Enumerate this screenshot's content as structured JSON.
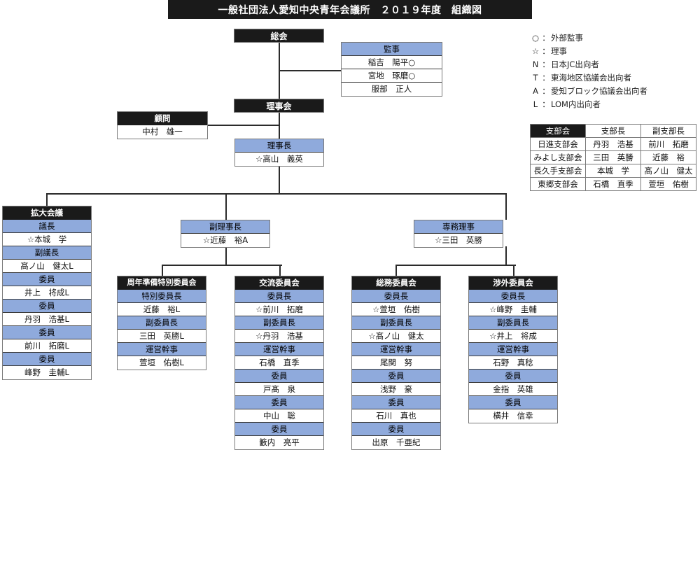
{
  "title": "一般社団法人愛知中央青年会議所　２０１９年度　組織図",
  "legend": [
    {
      "symbol": "○",
      "text": "外部監事"
    },
    {
      "symbol": "☆",
      "text": "理事"
    },
    {
      "symbol": "N",
      "text": "日本JC出向者"
    },
    {
      "symbol": "T",
      "text": "東海地区協議会出向者"
    },
    {
      "symbol": "A",
      "text": "愛知ブロック協議会出向者"
    },
    {
      "symbol": "L",
      "text": "LOM内出向者"
    }
  ],
  "legend_colon": "：",
  "nodes": {
    "soukai": {
      "label": "総会"
    },
    "rijikai": {
      "label": "理事会"
    },
    "komon": {
      "header": "顧問",
      "rows": [
        {
          "label": "中村　雄一"
        }
      ]
    },
    "kanji": {
      "header": "監事",
      "rows": [
        {
          "label": "稲吉　陽平○"
        },
        {
          "label": "宮地　琢磨○"
        },
        {
          "label": "服部　正人"
        }
      ]
    },
    "rijicho": {
      "header": "理事長",
      "rows": [
        {
          "label": "☆高山　義英"
        }
      ]
    },
    "fukurijicho": {
      "header": "副理事長",
      "rows": [
        {
          "label": "☆近藤　裕A"
        }
      ]
    },
    "senmuriji": {
      "header": "専務理事",
      "rows": [
        {
          "label": "☆三田　英勝"
        }
      ]
    },
    "kakudai": {
      "header": "拡大会議",
      "rows": [
        {
          "role": "議長",
          "name": "☆本城　学"
        },
        {
          "role": "副議長",
          "name": "髙ノ山　健太L"
        },
        {
          "role": "委員",
          "name": "井上　将成L"
        },
        {
          "role": "委員",
          "name": "丹羽　浩基L"
        },
        {
          "role": "委員",
          "name": "前川　拓磨L"
        },
        {
          "role": "委員",
          "name": "峰野　圭輔L"
        }
      ]
    },
    "shunen": {
      "header": "周年準備特別委員会",
      "rows": [
        {
          "role": "特別委員長",
          "name": "近藤　裕L"
        },
        {
          "role": "副委員長",
          "name": "三田　英勝L"
        },
        {
          "role": "運営幹事",
          "name": "萱垣　佑樹L"
        }
      ]
    },
    "koryu": {
      "header": "交流委員会",
      "rows": [
        {
          "role": "委員長",
          "name": "☆前川　拓磨"
        },
        {
          "role": "副委員長",
          "name": "☆丹羽　浩基"
        },
        {
          "role": "運営幹事",
          "name": "石橋　直季"
        },
        {
          "role": "委員",
          "name": "戸髙　泉"
        },
        {
          "role": "委員",
          "name": "中山　聡"
        },
        {
          "role": "委員",
          "name": "籔内　亮平"
        }
      ]
    },
    "soumu": {
      "header": "総務委員会",
      "rows": [
        {
          "role": "委員長",
          "name": "☆萱垣　佑樹"
        },
        {
          "role": "副委員長",
          "name": "☆髙ノ山　健太"
        },
        {
          "role": "運営幹事",
          "name": "尾関　努"
        },
        {
          "role": "委員",
          "name": "浅野　豪"
        },
        {
          "role": "委員",
          "name": "石川　真也"
        },
        {
          "role": "委員",
          "name": "出原　千亜紀"
        }
      ]
    },
    "shogai": {
      "header": "渉外委員会",
      "rows": [
        {
          "role": "委員長",
          "name": "☆峰野　圭輔"
        },
        {
          "role": "副委員長",
          "name": "☆井上　将成"
        },
        {
          "role": "運営幹事",
          "name": "石野　真稔"
        },
        {
          "role": "委員",
          "name": "金指　英雄"
        },
        {
          "role": "委員",
          "name": "横井　信幸"
        }
      ]
    }
  },
  "branch_table": {
    "headers": [
      "支部会",
      "支部長",
      "副支部長"
    ],
    "rows": [
      [
        "日進支部会",
        "丹羽　浩基",
        "前川　拓磨"
      ],
      [
        "みよし支部会",
        "三田　英勝",
        "近藤　裕"
      ],
      [
        "長久手支部会",
        "本城　学",
        "髙ノ山　健太"
      ],
      [
        "東郷支部会",
        "石橋　直季",
        "萱垣　佑樹"
      ]
    ]
  },
  "colors": {
    "header_black": "#1a1a1a",
    "header_blue": "#8faadc",
    "value_bg": "#ffffff",
    "line": "#2b2b2b"
  }
}
